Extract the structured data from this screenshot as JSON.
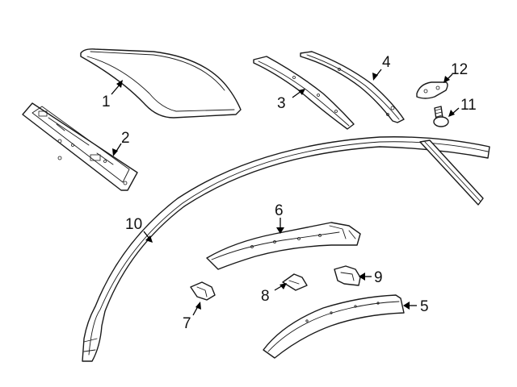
{
  "diagram": {
    "callouts": [
      {
        "id": "1",
        "label": "1"
      },
      {
        "id": "2",
        "label": "2"
      },
      {
        "id": "3",
        "label": "3"
      },
      {
        "id": "4",
        "label": "4"
      },
      {
        "id": "5",
        "label": "5"
      },
      {
        "id": "6",
        "label": "6"
      },
      {
        "id": "7",
        "label": "7"
      },
      {
        "id": "8",
        "label": "8"
      },
      {
        "id": "9",
        "label": "9"
      },
      {
        "id": "10",
        "label": "10"
      },
      {
        "id": "11",
        "label": "11"
      },
      {
        "id": "12",
        "label": "12"
      }
    ],
    "colors": {
      "line": "#1a1a1a",
      "background": "#ffffff"
    }
  }
}
